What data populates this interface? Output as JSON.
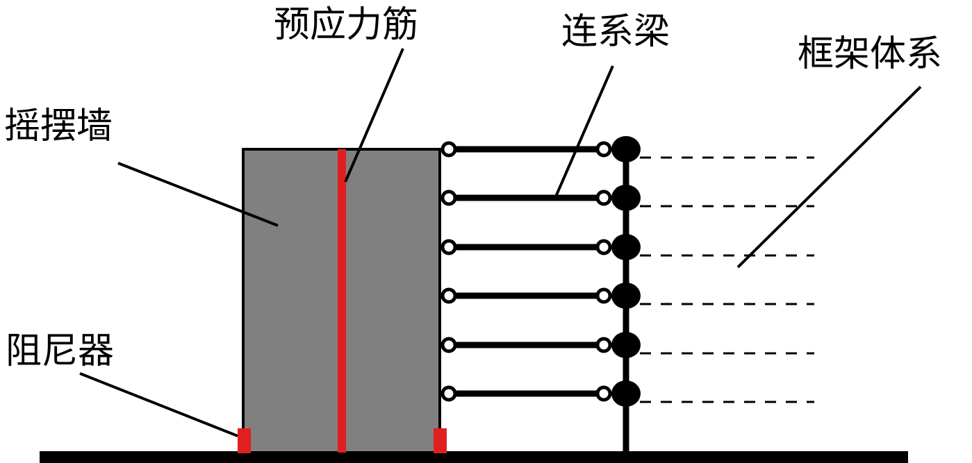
{
  "labels": {
    "rocking_wall": "摇摆墙",
    "prestressed_tendon": "预应力筋",
    "coupling_beam": "连系梁",
    "frame_system": "框架体系",
    "damper": "阻尼器"
  },
  "colors": {
    "wall_fill": "#808080",
    "tendon": "#e02020",
    "damper": "#e02020",
    "lines": "#000000",
    "background": "#ffffff"
  },
  "structure": {
    "beam_count": 6,
    "dashed_frame_connections": 6,
    "damper_count": 2
  }
}
